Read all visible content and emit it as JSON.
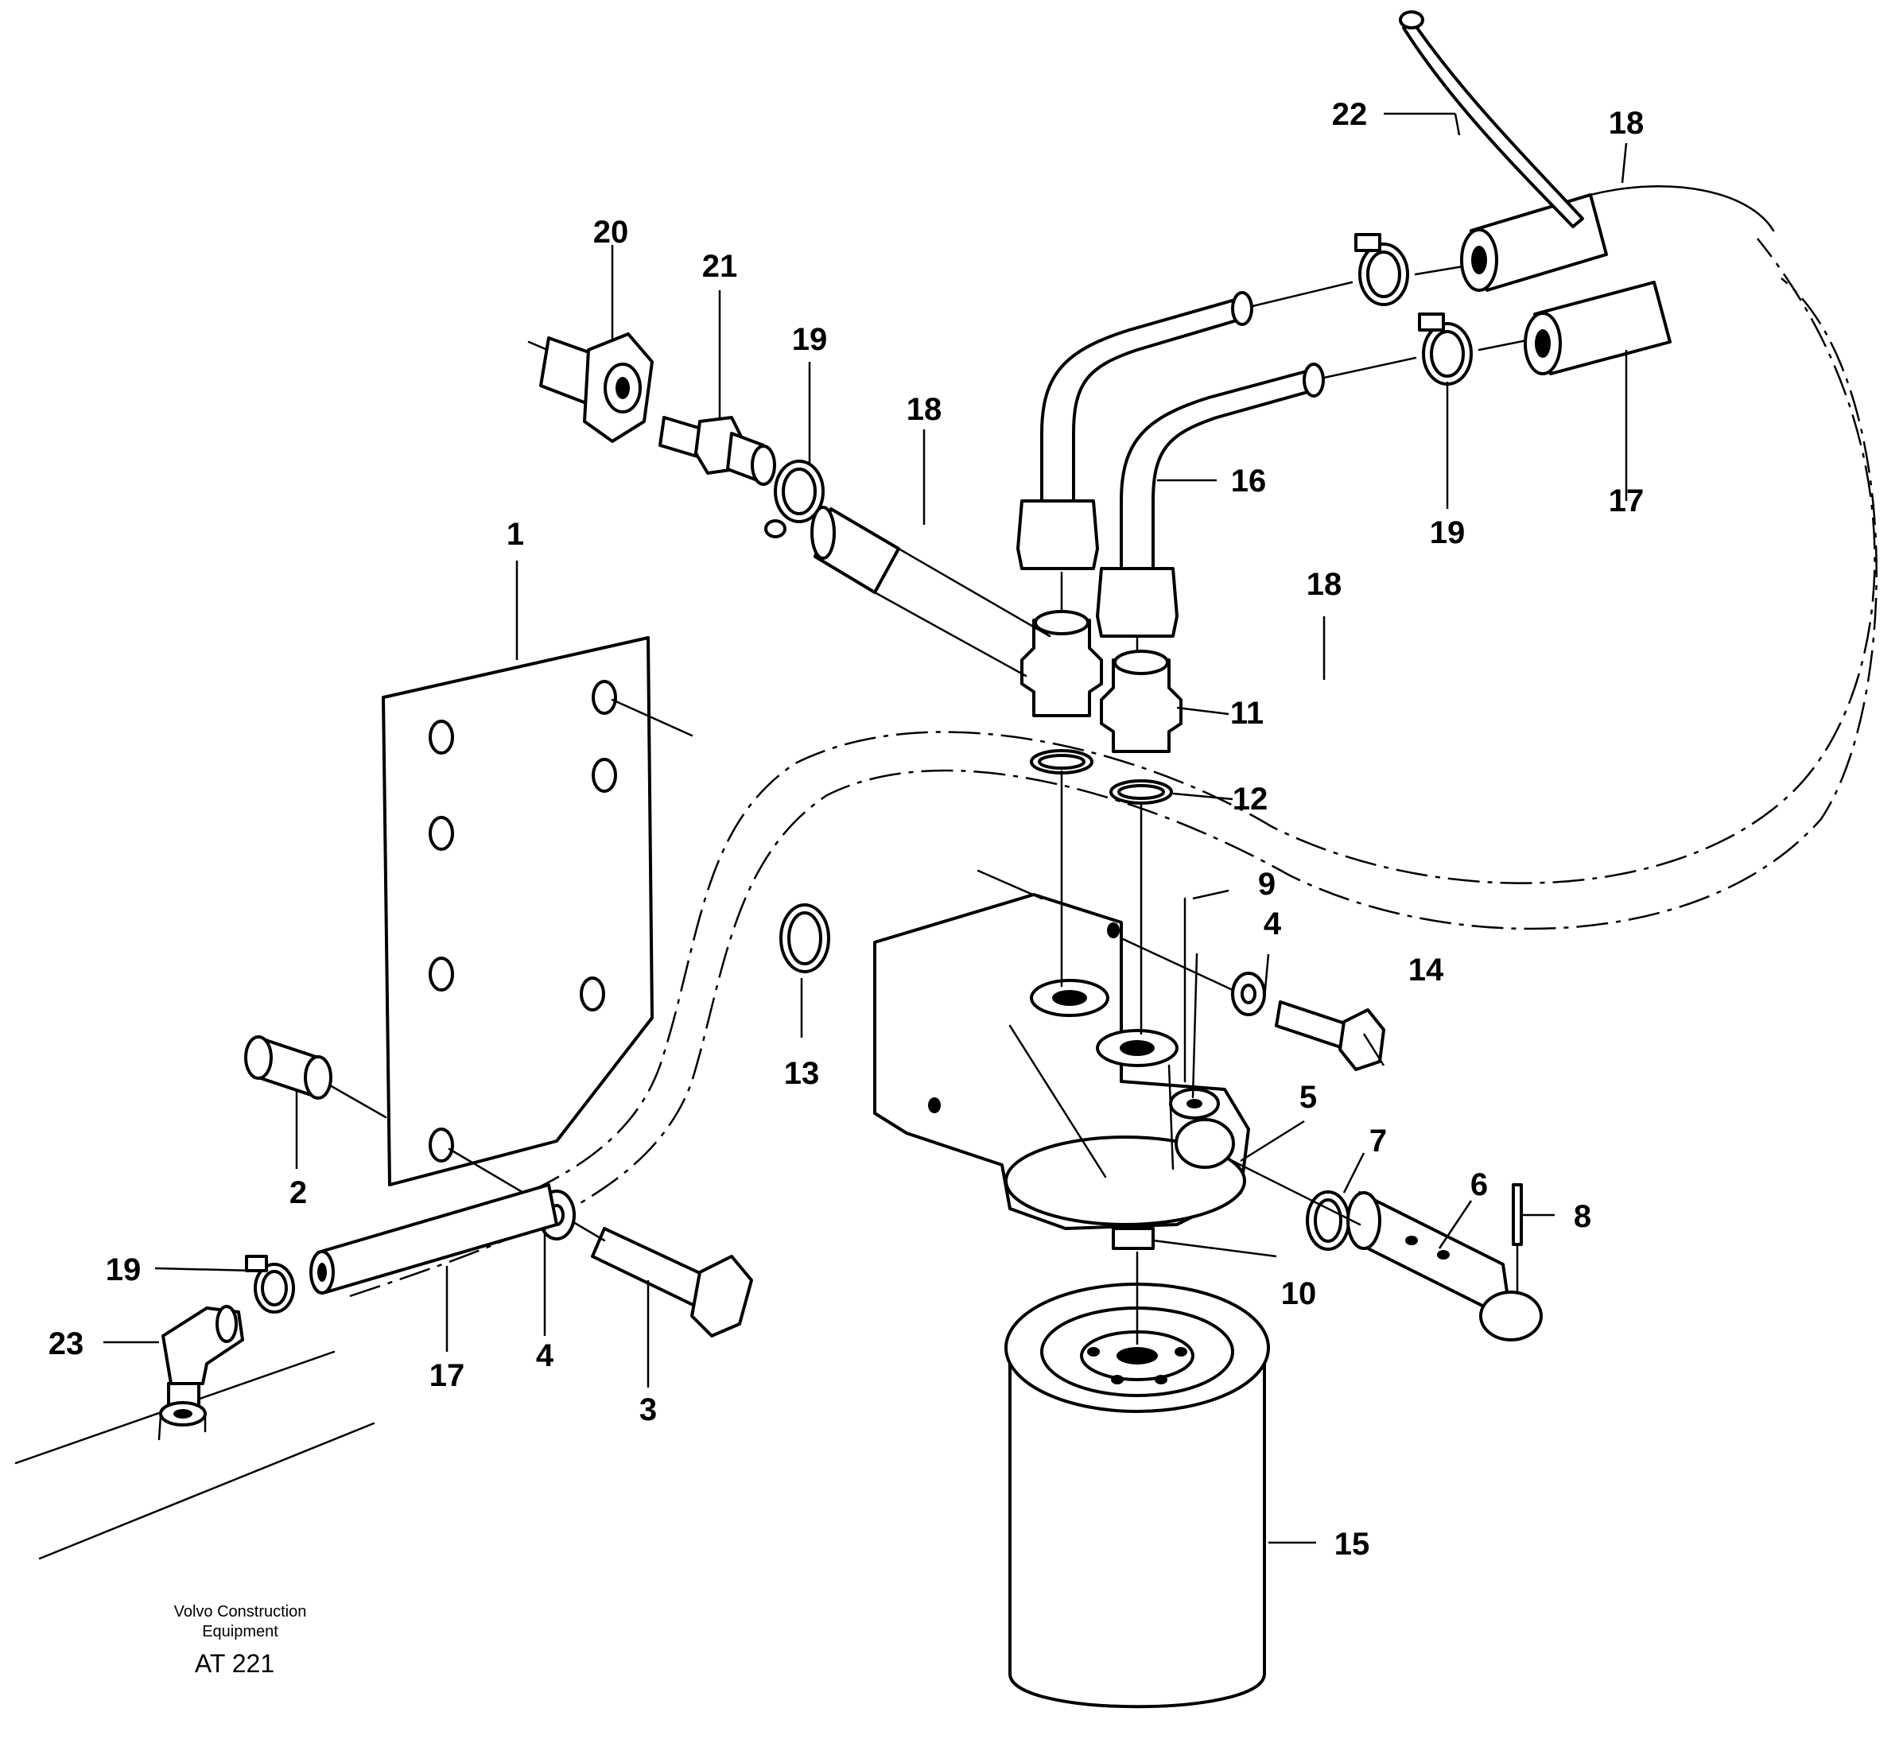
{
  "parts": {
    "p1": "1",
    "p2": "2",
    "p3": "3",
    "p4a": "4",
    "p4b": "4",
    "p5": "5",
    "p6": "6",
    "p7": "7",
    "p8": "8",
    "p9": "9",
    "p10": "10",
    "p11": "11",
    "p12": "12",
    "p13": "13",
    "p14": "14",
    "p15": "15",
    "p16": "16",
    "p17a": "17",
    "p17b": "17",
    "p18a": "18",
    "p18b": "18",
    "p18c": "18",
    "p19a": "19",
    "p19b": "19",
    "p19c": "19",
    "p20": "20",
    "p21": "21",
    "p22": "22",
    "p23": "23"
  },
  "caption": {
    "line1": "Volvo Construction",
    "line2": "Equipment",
    "code": "AT 221"
  }
}
